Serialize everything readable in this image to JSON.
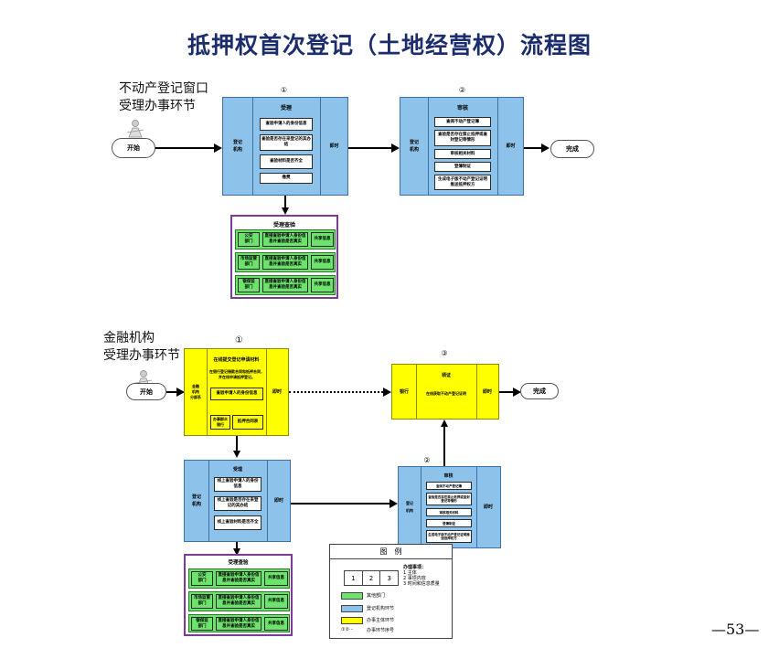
{
  "title": "抵押权首次登记（土地经营权）流程图",
  "lane1": {
    "label_line1": "不动产登记窗口",
    "label_line2": "受理办事环节",
    "start": "开始",
    "end": "完成",
    "step1": {
      "number": "①",
      "header": "受理",
      "side_left": "登记\n机构",
      "side_right": "即时",
      "items": [
        "查验申请人的身份信息",
        "查验是否存在来登记的其办结",
        "查验材料是否齐全",
        "缴费"
      ]
    },
    "step2": {
      "number": "②",
      "header": "审核",
      "side_left": "登记\n机构",
      "side_right": "即时",
      "items": [
        "查阅不动产登记簿",
        "查验是否存在禁止抵押或查封登记等情形",
        "审核相关材料",
        "登簿制证",
        "生成电子版不动产登记证明推送抵押权方"
      ]
    },
    "query": {
      "header": "受理查验",
      "rows": [
        {
          "dept": "公安\n部门",
          "desc": "直接查验申请人身份信息并查验是否真实",
          "status": "共享信息"
        },
        {
          "dept": "市场监管\n部门",
          "desc": "直接查验申请人身份信息并查验是否真实",
          "status": "共享信息"
        },
        {
          "dept": "银保监\n部门",
          "desc": "直接查验申请人身份信息并查验是否真实",
          "status": "共享信息"
        }
      ]
    }
  },
  "lane2": {
    "label_line1": "金融机构",
    "label_line2": "受理办事环节",
    "start": "开始",
    "end": "完成",
    "step1": {
      "number": "①",
      "header": "在线提交登记申请材料",
      "note": "在银行登记借款合同和抵押合同，并在线申请抵押登记。",
      "side_left": "金融\n机构\n分部系",
      "side_right": "即时",
      "box": "查验申请人的身份信息",
      "bottom_left": "办事群众\n银行",
      "bottom_right": "抵押合同表"
    },
    "step3": {
      "number": "③",
      "header": "领证",
      "side_left": "银行",
      "side_right": "即时",
      "center": "在线获取不动产登记证明"
    },
    "step_receive": {
      "header": "受理",
      "side_left": "登记\n机构",
      "side_right": "即时",
      "items": [
        "线上查验申请人的身份信息",
        "线上查验是否存在来登记的其办结",
        "线上查验材料是否齐全"
      ]
    },
    "step2": {
      "number": "②",
      "header": "审核",
      "side_left": "登记\n机构",
      "side_right": "即时",
      "items": [
        "查阅不动产登记簿",
        "查验是否存在禁止抵押或查封登记等情形",
        "审核相关材料",
        "登簿制证",
        "生成电子版不动产登记证明推送抵押权方"
      ]
    },
    "query": {
      "header": "受理查验",
      "rows": [
        {
          "dept": "公安\n部门",
          "desc": "直接查验申请人身份信息并查验是否真实",
          "status": "共享信息"
        },
        {
          "dept": "市场监管\n部门",
          "desc": "直接查验申请人身份信息并查验是否真实",
          "status": "共享信息"
        },
        {
          "dept": "银保监\n部门",
          "desc": "直接查验申请人身份信息并查验是否真实",
          "status": "共享信息"
        }
      ]
    }
  },
  "legend": {
    "title": "图　例",
    "cells": [
      "1",
      "2",
      "3"
    ],
    "notes_title": "办理事项：",
    "notes": [
      "1 主体",
      "2 事项内容",
      "3 时间和信息质量"
    ],
    "items": [
      {
        "label": "其他部门",
        "color": "#6de36d"
      },
      {
        "label": "登记机构环节",
        "color": "#8dc3ea"
      },
      {
        "label": "办事主体环节",
        "color": "#ffff00"
      }
    ],
    "seq_symbol": "①②···",
    "seq_label": "办事环节序号"
  },
  "page_number": "—53—"
}
